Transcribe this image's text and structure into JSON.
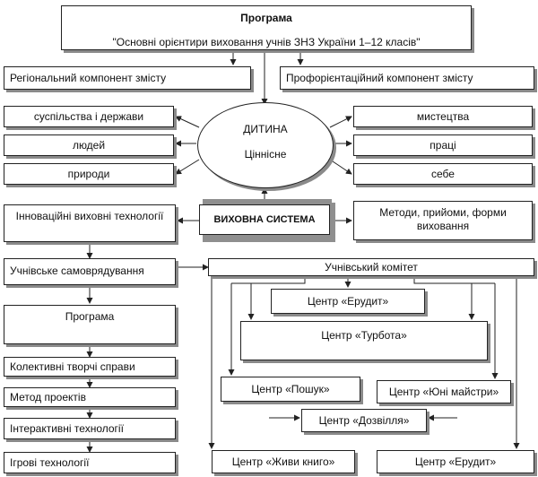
{
  "program": {
    "title": "Програма",
    "subtitle": "\"Основні орієнтири виховання учнів ЗНЗ України 1–12 класів\""
  },
  "components": {
    "regional": "Регіональний компонент змісту",
    "career": "Профорієнтаційний компонент змісту"
  },
  "center": {
    "title": "ДИТИНА",
    "line1": "Ціннісне"
  },
  "values_left": [
    "суспільства і держави",
    "людей",
    "природи"
  ],
  "values_right": [
    "мистецтва",
    "праці",
    "себе"
  ],
  "system": "ВИХОВНА СИСТЕМА",
  "innovative": "Інноваційні виховні технології",
  "methods": "Методи, прийоми, форми виховання",
  "left_column": {
    "self_government": "Учнівське самоврядування",
    "program_title": "Програма",
    "ctd": "Колективні творчі справи",
    "projects": "Метод проектів",
    "interactive": "Інтерактивні технології",
    "games": "Ігрові технології"
  },
  "committee": {
    "title": "Учнівський комітет",
    "erudite_top": "Центр «Ерудит»",
    "turbota": "Центр «Турбота»",
    "poshuk": "Центр «Пошук»",
    "masters": "Центр «Юні майстри»",
    "dozvillia": "Центр «Дозвілля»",
    "books": "Центр «Живи книго»",
    "erudite_bottom": "Центр «Ерудит»"
  }
}
